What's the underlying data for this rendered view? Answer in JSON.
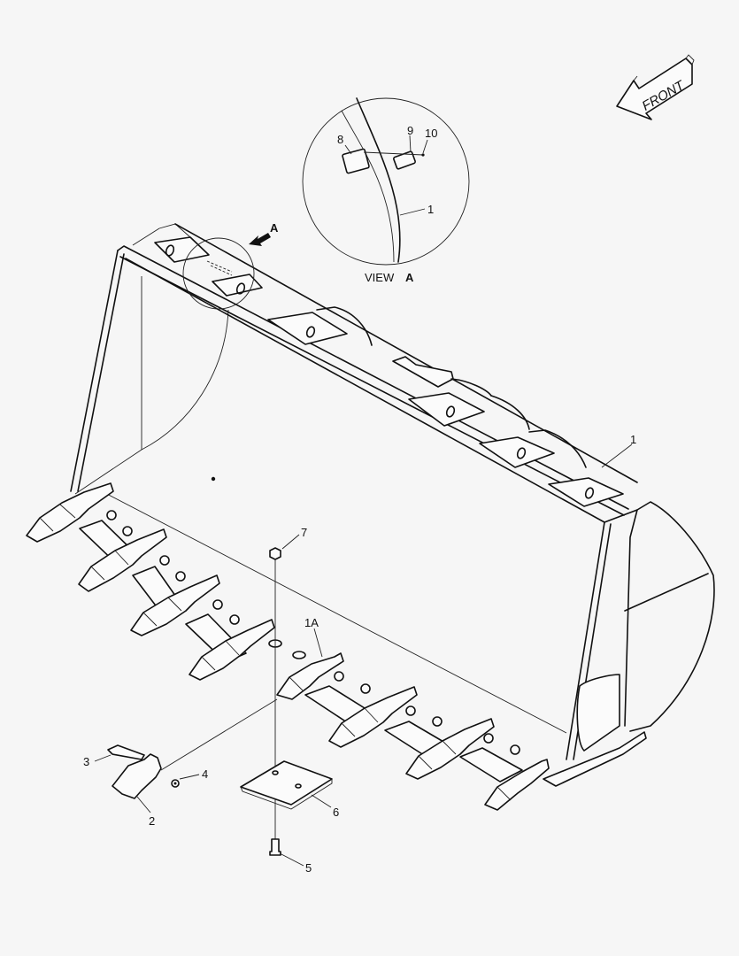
{
  "diagram": {
    "type": "exploded parts diagram",
    "subject": "loader bucket with teeth and cutting edges",
    "background_color": "#f6f6f6",
    "line_color": "#111111"
  },
  "orientation_arrow": {
    "label": "FRONT",
    "icon": "front-direction-arrow-icon"
  },
  "detail_view": {
    "title_prefix": "VIEW",
    "title_letter": "A",
    "callouts": [
      "8",
      "9",
      "10",
      "1"
    ]
  },
  "view_marker": {
    "letter": "A",
    "icon": "view-direction-arrow-icon"
  },
  "callouts": [
    {
      "id": "1",
      "part": "bucket assembly"
    },
    {
      "id": "1A",
      "part": "cutting edge segment"
    },
    {
      "id": "2",
      "part": "tooth point"
    },
    {
      "id": "3",
      "part": "tooth pin"
    },
    {
      "id": "4",
      "part": "retainer"
    },
    {
      "id": "5",
      "part": "bolt"
    },
    {
      "id": "6",
      "part": "wear plate"
    },
    {
      "id": "7",
      "part": "nut"
    },
    {
      "id": "8",
      "part": "plate"
    },
    {
      "id": "9",
      "part": "plate"
    },
    {
      "id": "10",
      "part": "fastener"
    }
  ]
}
